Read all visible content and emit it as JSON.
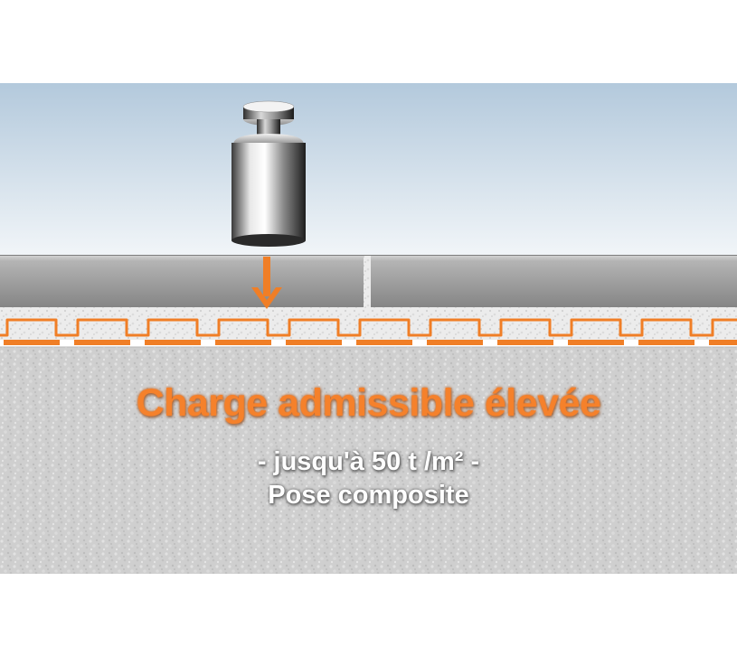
{
  "headline": "Charge admissible élevée",
  "subline_1": "- jusqu'à 50 t /m² -",
  "subline_2": "Pose composite",
  "colors": {
    "accent_orange": "#f5812b",
    "sky_top": "#b3c9dc",
    "sky_bottom": "#eef3f7",
    "tile_grey": "#9a9a9a",
    "concrete_grey": "#cfcfcf"
  },
  "icons": {
    "weight": "weight-icon",
    "arrow": "arrow-down-icon"
  }
}
